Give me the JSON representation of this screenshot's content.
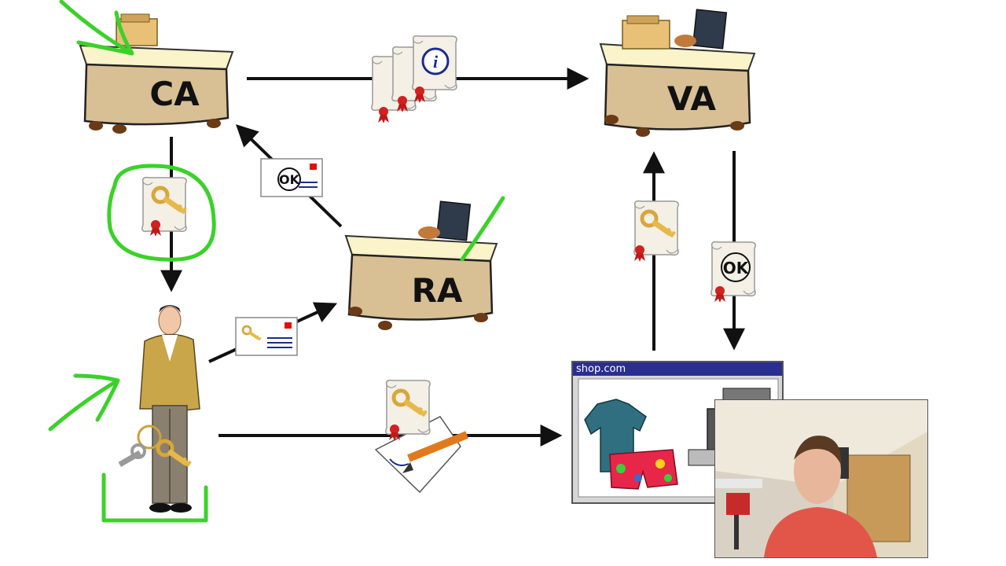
{
  "desks": {
    "ca": {
      "label": "CA"
    },
    "va": {
      "label": "VA"
    },
    "ra": {
      "label": "RA"
    }
  },
  "badges": {
    "ok_label": "OK",
    "info_label": "i"
  },
  "shop_window": {
    "title": "shop.com"
  },
  "colors": {
    "desk_wood": "#d8bf94",
    "desk_top": "#fbf3c9",
    "annotation_green": "#3bd12a",
    "window_titlebar": "#2a2e8f",
    "arrow": "#111111"
  }
}
